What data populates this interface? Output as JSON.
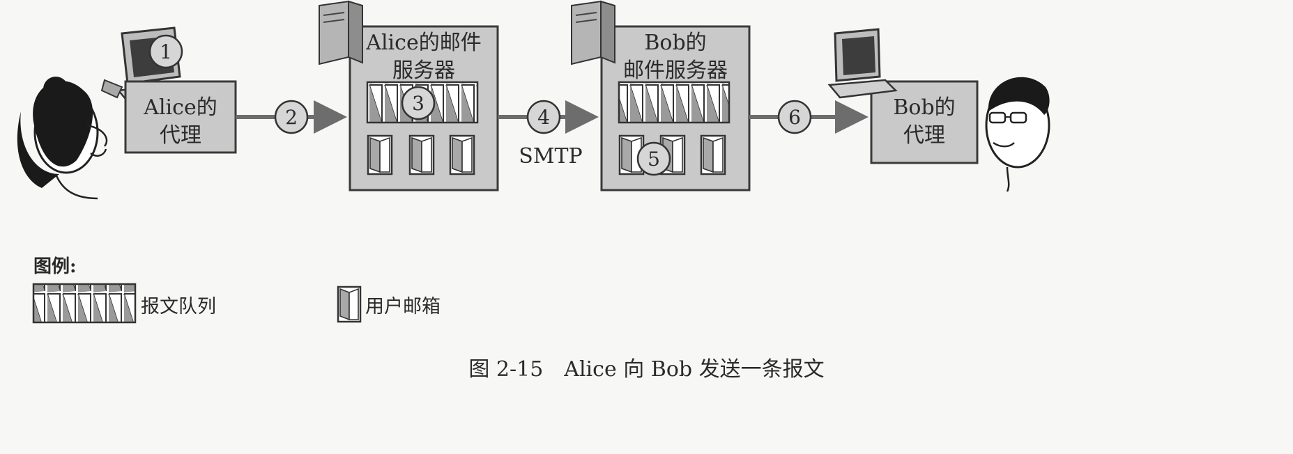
{
  "diagram": {
    "alice_agent": {
      "line1": "Alice的",
      "line2": "代理"
    },
    "alice_server": {
      "line1": "Alice的邮件",
      "line2": "服务器"
    },
    "bob_server": {
      "line1": "Bob的",
      "line2": "邮件服务器"
    },
    "bob_agent": {
      "line1": "Bob的",
      "line2": "代理"
    },
    "protocol_label": "SMTP",
    "steps": [
      "1",
      "2",
      "3",
      "4",
      "5",
      "6"
    ]
  },
  "legend": {
    "title": "图例:",
    "queue_label": "报文队列",
    "mailbox_label": "用户邮箱"
  },
  "caption": "图 2-15　Alice 向 Bob 发送一条报文",
  "colors": {
    "box_fill": "#c9c9c9",
    "box_stroke": "#3a3a3a",
    "arrow": "#6d6d6d",
    "circle_fill": "#d6d6d6",
    "background": "#f7f7f5"
  }
}
